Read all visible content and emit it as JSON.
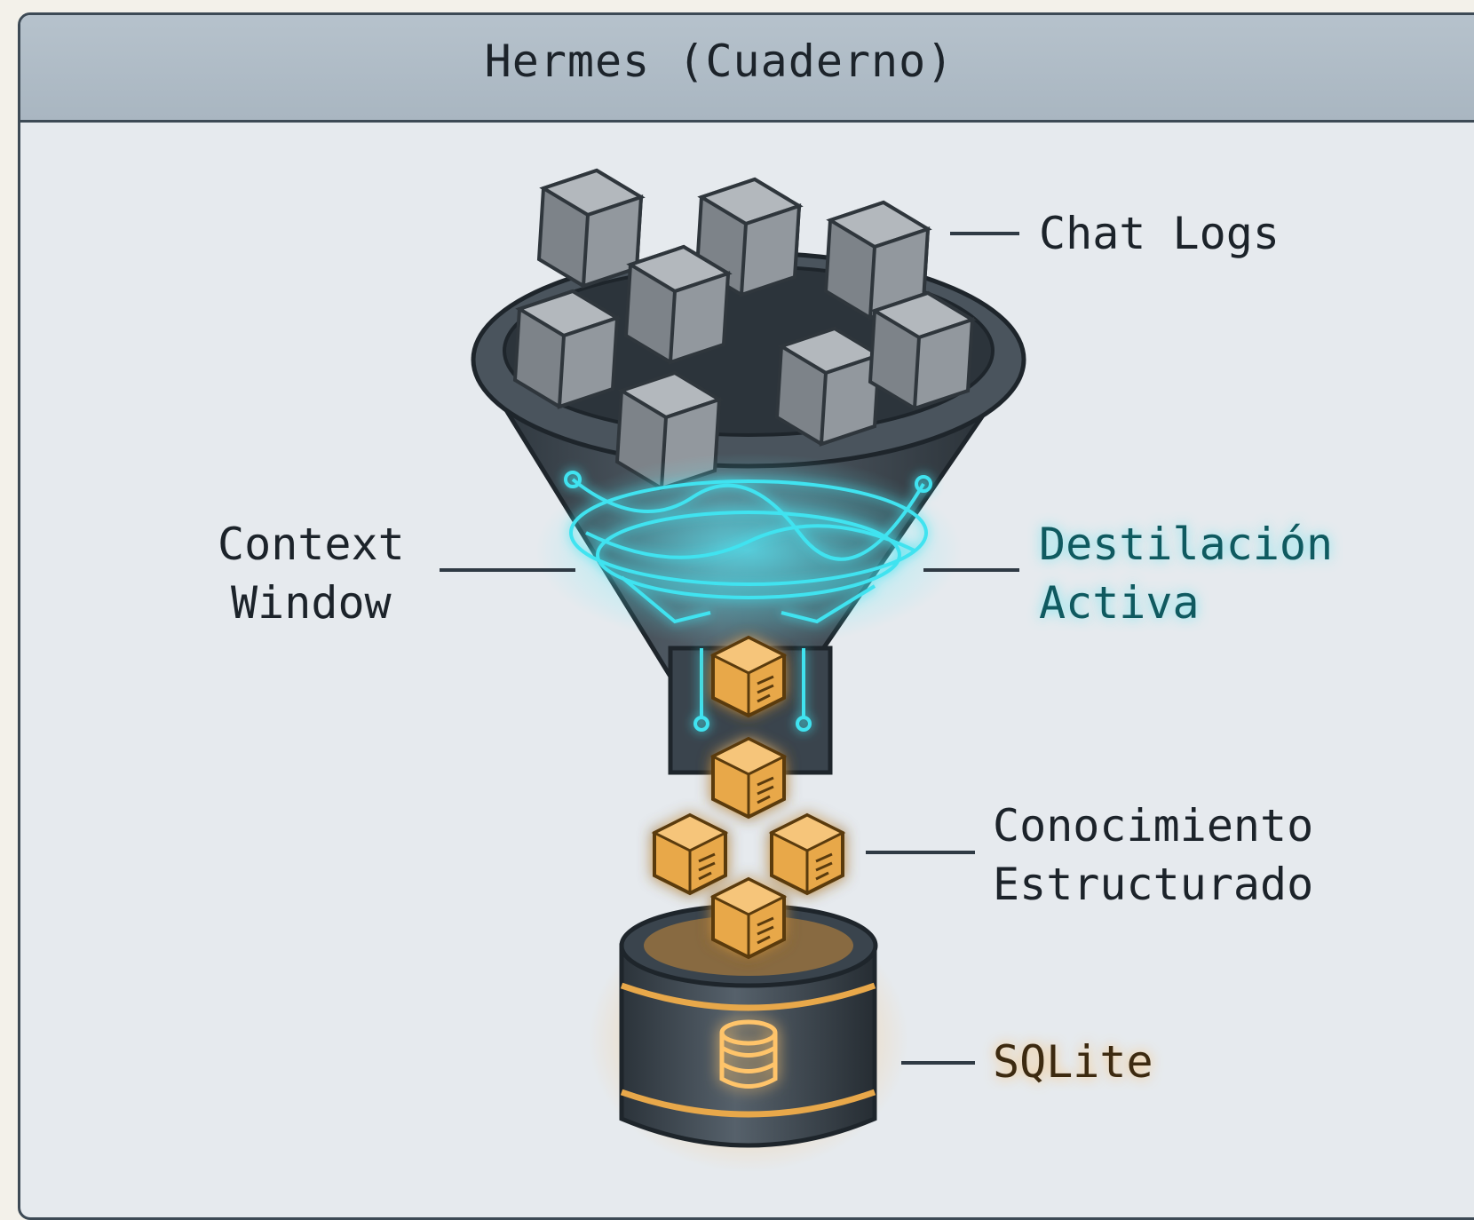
{
  "title": "Hermes (Cuaderno)",
  "labels": {
    "chat_logs": "Chat Logs",
    "context_window": [
      "Context",
      "Window"
    ],
    "destilacion": [
      "Destilación",
      "Activa"
    ],
    "conocimiento": [
      "Conocimiento",
      "Estructurado"
    ],
    "sqlite": "SQLite"
  },
  "colors": {
    "cyan_glow": "#3fe3f0",
    "amber": "#e8a84a",
    "dark_metal": "#3a444d",
    "stone": "#8e949a"
  },
  "icons": [
    "rock-block-icon",
    "knowledge-cube-icon",
    "database-icon"
  ]
}
